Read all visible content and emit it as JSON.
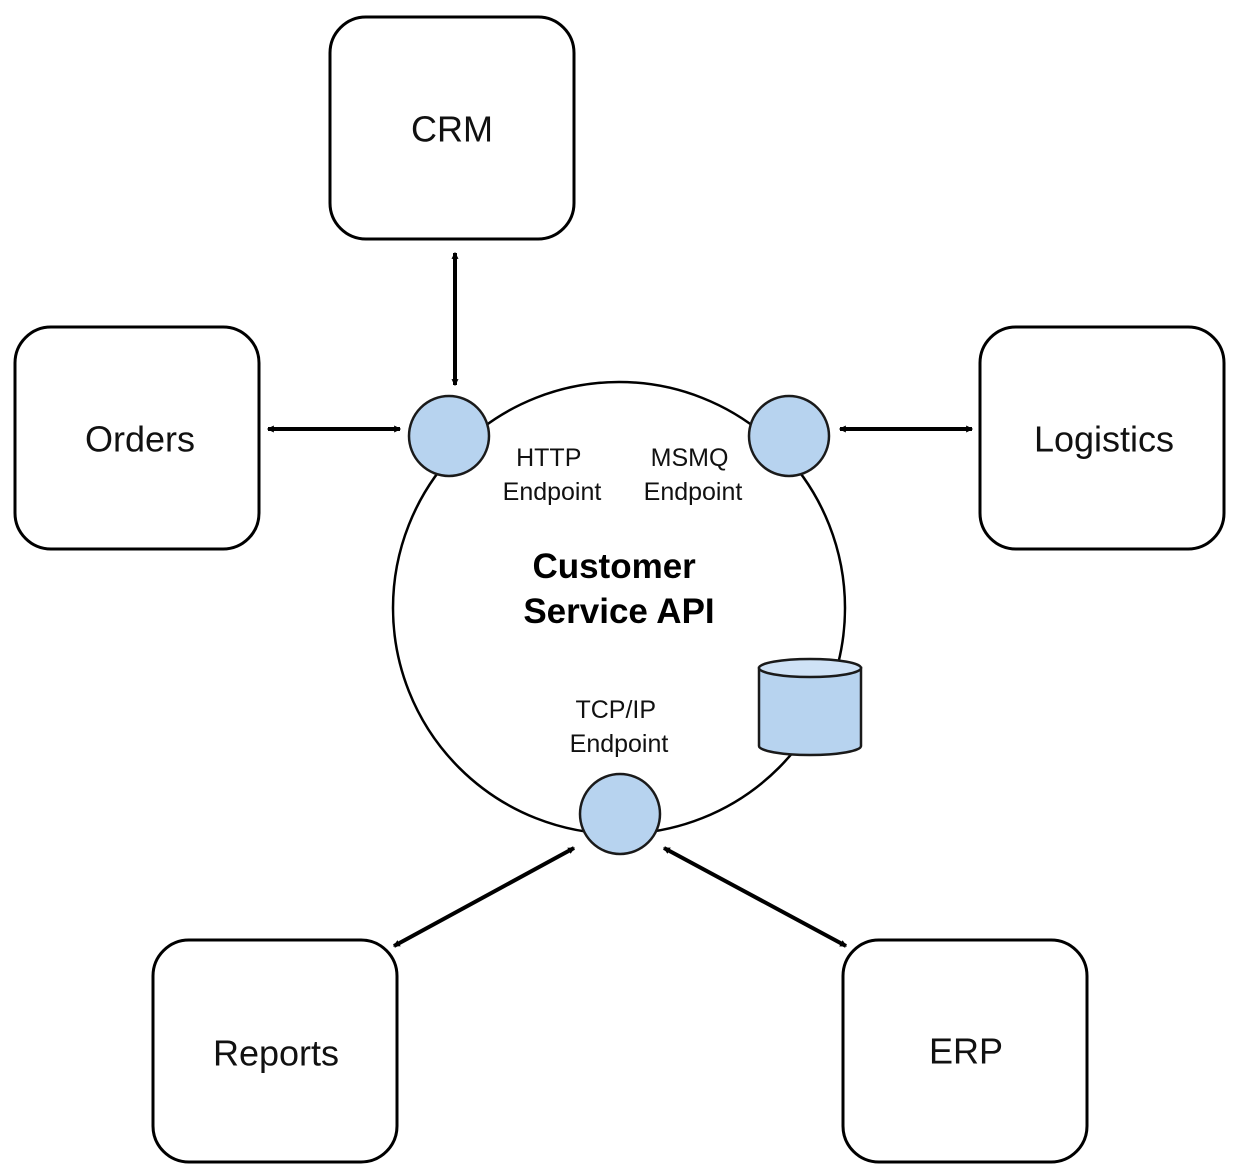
{
  "systems": {
    "crm": "CRM",
    "orders": "Orders",
    "logistics": "Logistics",
    "reports": "Reports",
    "erp": "ERP"
  },
  "hub": {
    "line1": "Customer",
    "line2": "Service API"
  },
  "endpoints": {
    "http": [
      "HTTP",
      "Endpoint"
    ],
    "msmq": [
      "MSMQ",
      "Endpoint"
    ],
    "tcpip": [
      "TCP/IP",
      "Endpoint"
    ]
  },
  "colors": {
    "endpoint_fill": "#b7d3ef",
    "stroke": "#000000"
  },
  "icons": {
    "database": "database-cylinder-icon"
  }
}
